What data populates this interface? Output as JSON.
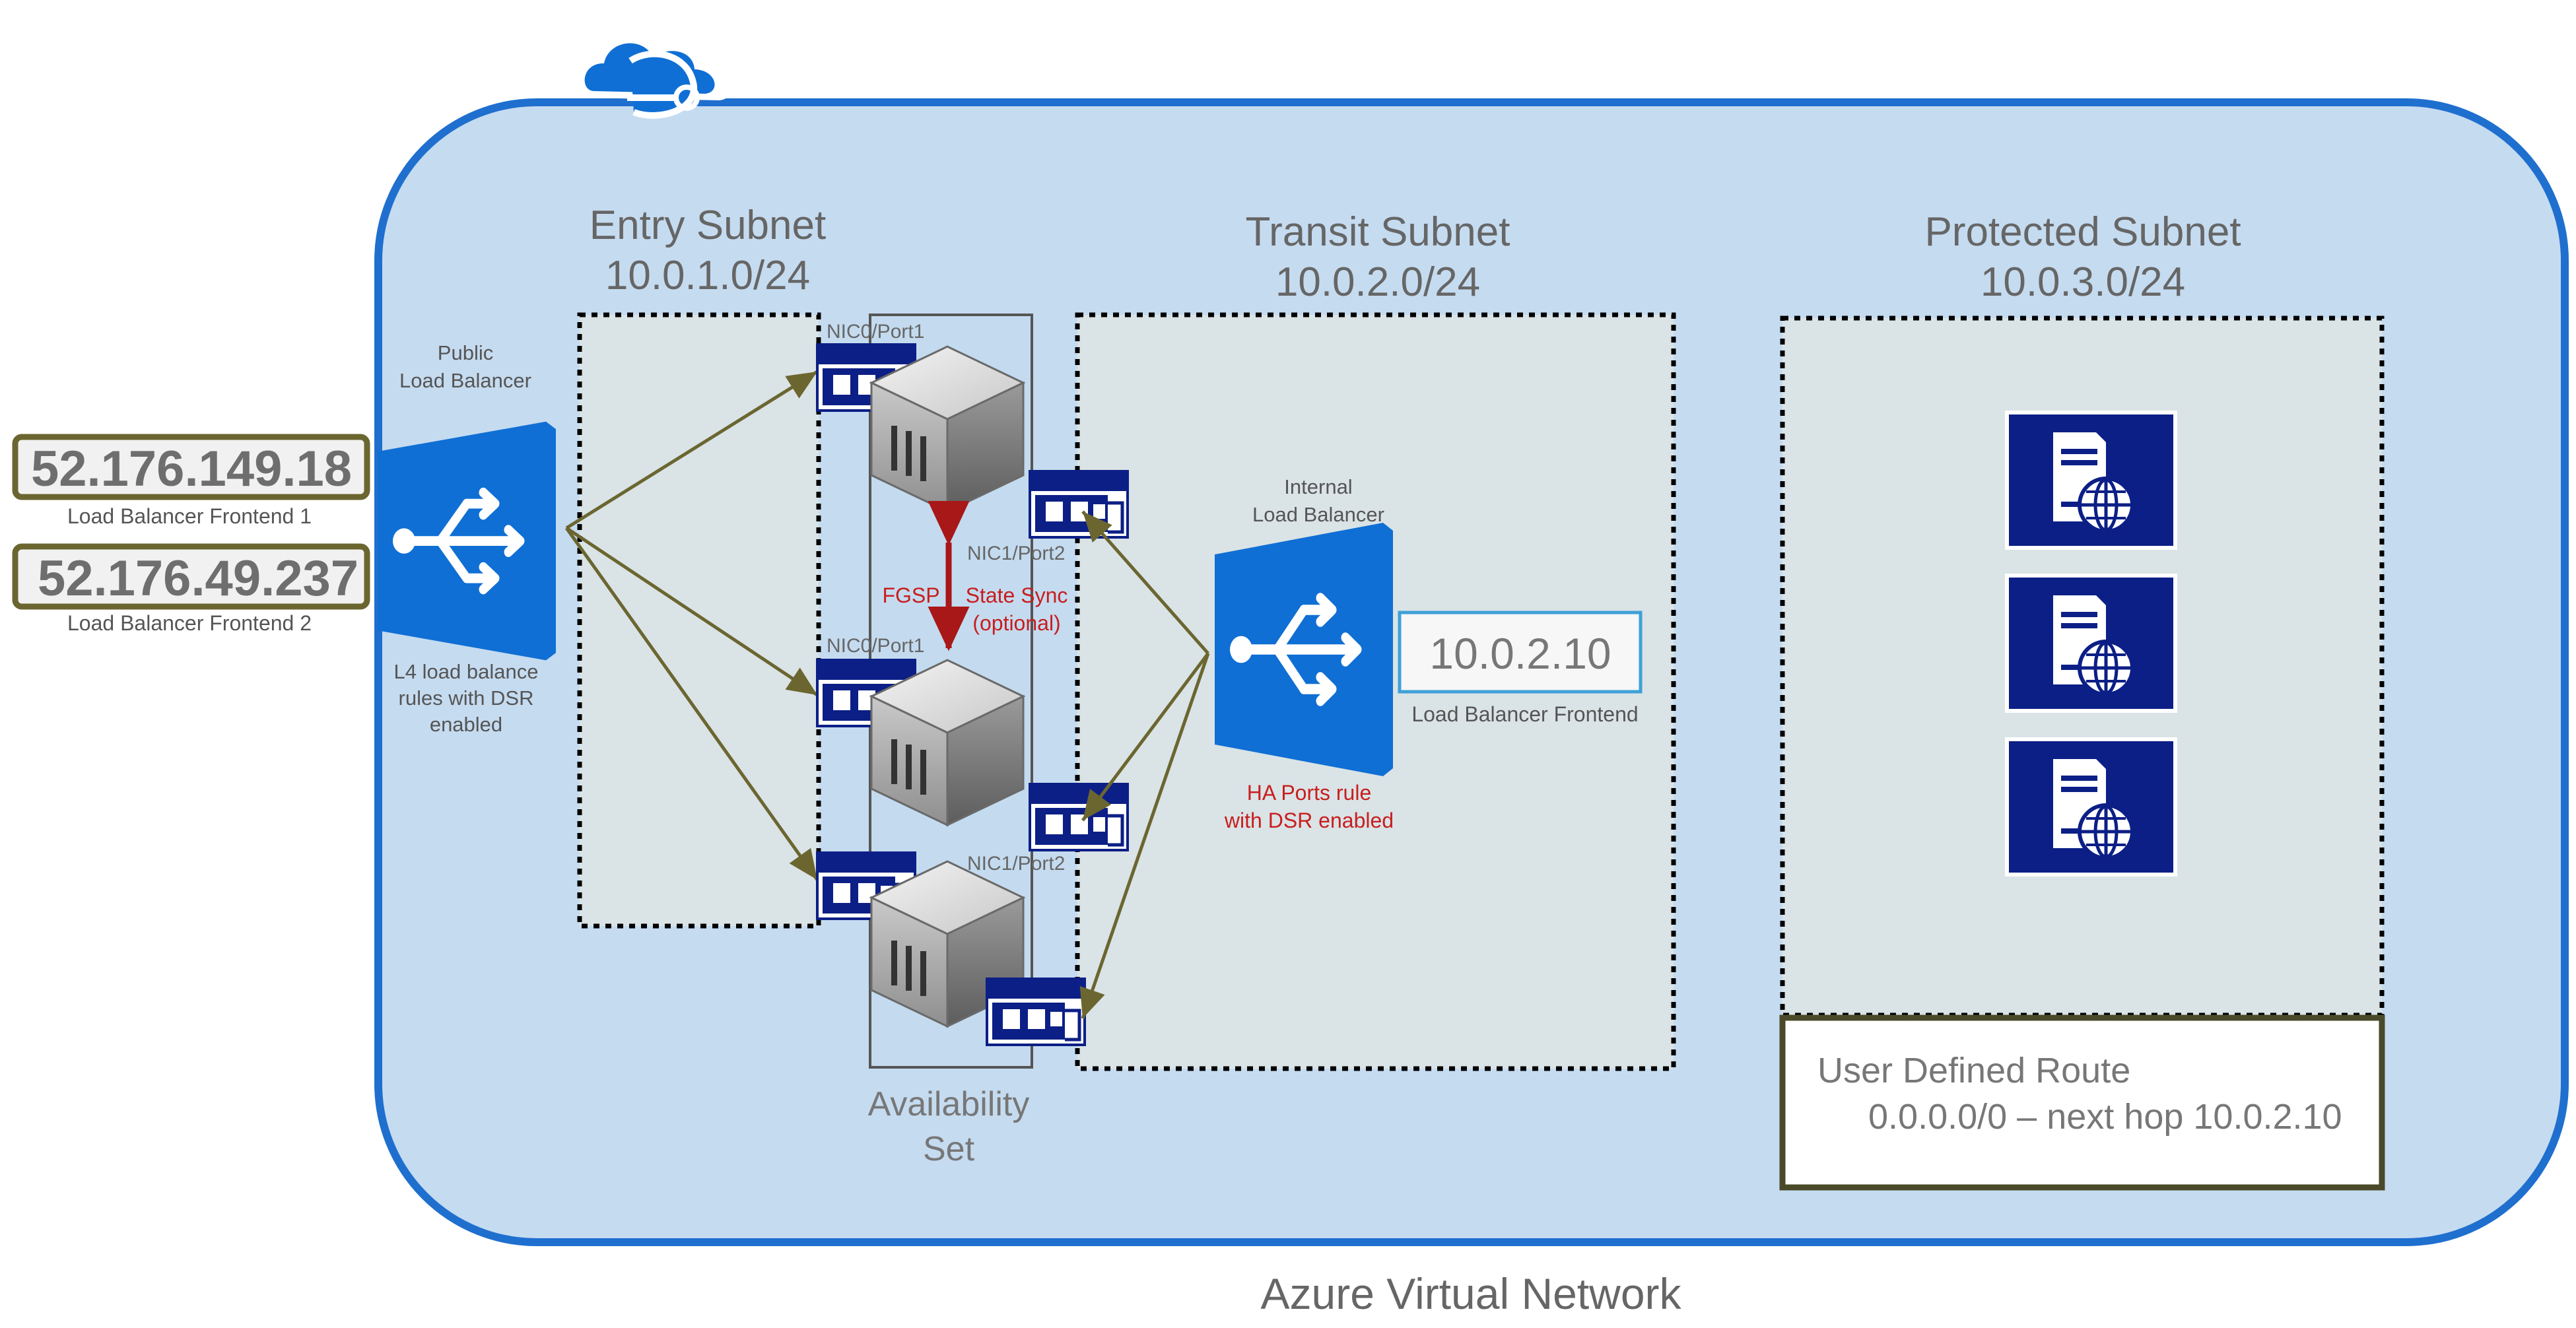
{
  "vnet": {
    "title": "Azure Virtual Network",
    "colors": {
      "fill": "#c5dbf0",
      "border": "#1f6fcf",
      "subnet_fill": "#dae3e6",
      "olive": "#6b6630",
      "red": "#c81e1e",
      "navy": "#0c1f86",
      "azure": "#0f6fd4"
    }
  },
  "frontends": [
    {
      "ip": "52.176.149.18",
      "caption": "Load Balancer Frontend 1"
    },
    {
      "ip": "52.176.49.237",
      "caption": "Load Balancer Frontend 2"
    }
  ],
  "public_lb": {
    "label_line1": "Public",
    "label_line2": "Load Balancer",
    "rules_line1": "L4 load balance",
    "rules_line2": "rules with DSR",
    "rules_line3": "enabled"
  },
  "entry_subnet": {
    "name": "Entry Subnet",
    "cidr": "10.0.1.0/24"
  },
  "transit_subnet": {
    "name": "Transit Subnet",
    "cidr": "10.0.2.0/24"
  },
  "protected_subnet": {
    "name": "Protected Subnet",
    "cidr": "10.0.3.0/24"
  },
  "availability_set": {
    "line1": "Availability",
    "line2": "Set"
  },
  "nic_labels": {
    "nic0_top": "NIC0/Port1",
    "nic1_top": "NIC1/Port2",
    "nic0_mid": "NIC0/Port1",
    "nic1_mid": "NIC1/Port2"
  },
  "fgsp": {
    "label": "FGSP",
    "sync_line1": "State Sync",
    "sync_line2": "(optional)"
  },
  "internal_lb": {
    "label_line1": "Internal",
    "label_line2": "Load Balancer",
    "frontend_ip": "10.0.2.10",
    "frontend_caption": "Load Balancer Frontend",
    "rule_line1": "HA Ports rule",
    "rule_line2": "with DSR enabled"
  },
  "udr": {
    "title": "User Defined Route",
    "route": "0.0.0.0/0 – next hop 10.0.2.10"
  },
  "icons": {
    "cloud": "azure-cloud-icon",
    "lb": "load-balancer-icon",
    "vm": "firewall-vm-cube-icon",
    "nic": "network-interface-icon",
    "server": "web-server-icon"
  }
}
